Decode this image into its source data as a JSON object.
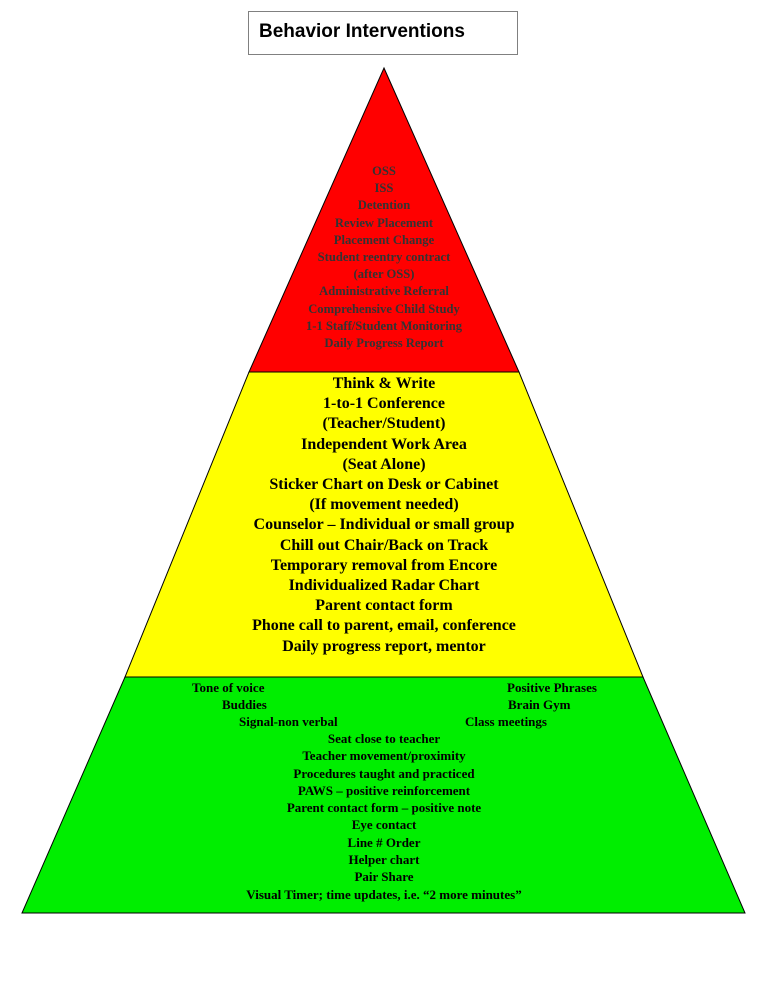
{
  "title": "Behavior Interventions",
  "tiers": {
    "top": {
      "color": "#ff0000",
      "items": [
        "OSS",
        "ISS",
        "Detention",
        "Review Placement",
        "Placement Change",
        "Student reentry contract",
        "(after OSS)",
        "Administrative Referral",
        "Comprehensive Child Study",
        "1-1 Staff/Student Monitoring",
        "Daily Progress Report"
      ]
    },
    "middle": {
      "color": "#ffff00",
      "items": [
        "Think & Write",
        "1-to-1 Conference",
        "(Teacher/Student)",
        "Independent Work Area",
        "(Seat Alone)",
        "Sticker Chart on Desk or Cabinet",
        "(If movement needed)",
        "Counselor – Individual or small group",
        "Chill out Chair/Back on Track",
        "Temporary removal from Encore",
        "Individualized Radar Chart",
        "Parent contact form",
        "Phone call to parent, email, conference",
        "Daily progress report, mentor"
      ]
    },
    "bottom": {
      "color": "#00ee00",
      "left_items": [
        "Tone of voice",
        "Buddies",
        "Signal-non verbal"
      ],
      "right_items": [
        "Positive Phrases",
        "Brain Gym",
        "Class meetings"
      ],
      "items": [
        "Seat close to teacher",
        "Teacher movement/proximity",
        "Procedures taught and practiced",
        "PAWS – positive reinforcement",
        "Parent contact form – positive note",
        "Eye contact",
        "Line # Order",
        "Helper chart",
        "Pair Share",
        "Visual Timer; time updates, i.e. “2 more minutes”"
      ]
    }
  }
}
